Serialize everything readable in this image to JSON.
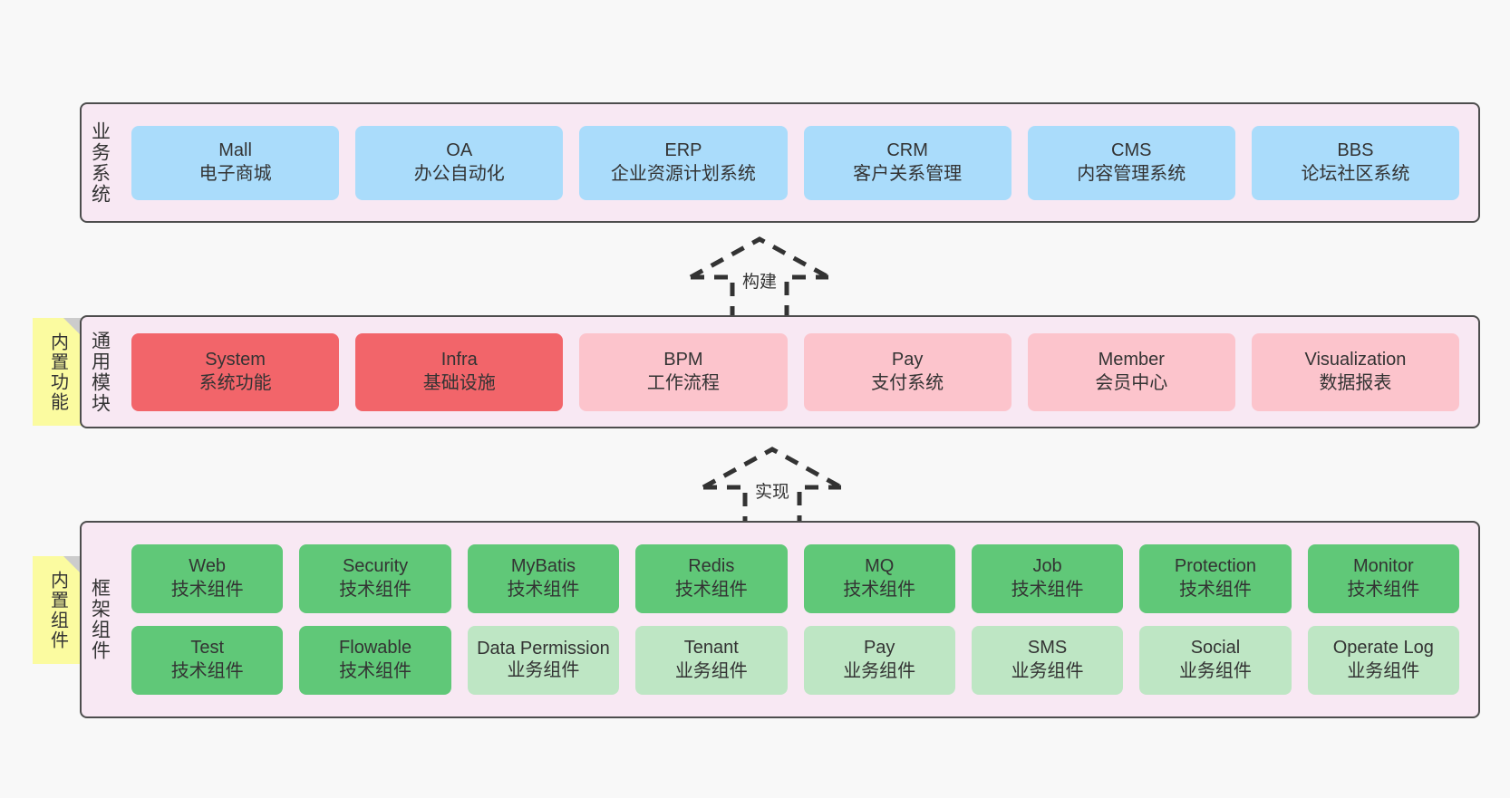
{
  "diagram": {
    "title": "",
    "background_color": "#f8f8f8",
    "layer_fill": "#f8e8f3",
    "layer_border": "#4d4d4d",
    "note_color": "#fbfba0"
  },
  "layers": [
    {
      "id": "business-systems",
      "title": "业务系统",
      "rows": [
        {
          "nodes": [
            {
              "en": "Mall",
              "cn": "电子商城",
              "style": "biz-sys",
              "color": "#aadcfb"
            },
            {
              "en": "OA",
              "cn": "办公自动化",
              "style": "biz-sys",
              "color": "#aadcfb"
            },
            {
              "en": "ERP",
              "cn": "企业资源计划系统",
              "style": "biz-sys",
              "color": "#aadcfb"
            },
            {
              "en": "CRM",
              "cn": "客户关系管理",
              "style": "biz-sys",
              "color": "#aadcfb"
            },
            {
              "en": "CMS",
              "cn": "内容管理系统",
              "style": "biz-sys",
              "color": "#aadcfb"
            },
            {
              "en": "BBS",
              "cn": "论坛社区系统",
              "style": "biz-sys",
              "color": "#aadcfb"
            }
          ]
        }
      ]
    },
    {
      "id": "common-modules",
      "title": "通用模块",
      "note": "内置功能",
      "rows": [
        {
          "nodes": [
            {
              "en": "System",
              "cn": "系统功能",
              "style": "mod-core",
              "color": "#f2656a"
            },
            {
              "en": "Infra",
              "cn": "基础设施",
              "style": "mod-core",
              "color": "#f2656a"
            },
            {
              "en": "BPM",
              "cn": "工作流程",
              "style": "mod-soft",
              "color": "#fcc4cc"
            },
            {
              "en": "Pay",
              "cn": "支付系统",
              "style": "mod-soft",
              "color": "#fcc4cc"
            },
            {
              "en": "Member",
              "cn": "会员中心",
              "style": "mod-soft",
              "color": "#fcc4cc"
            },
            {
              "en": "Visualization",
              "cn": "数据报表",
              "style": "mod-soft",
              "color": "#fcc4cc"
            }
          ]
        }
      ]
    },
    {
      "id": "framework-components",
      "title": "框架组件",
      "note": "内置组件",
      "rows": [
        {
          "nodes": [
            {
              "en": "Web",
              "cn": "技术组件",
              "style": "tech",
              "color": "#60c878"
            },
            {
              "en": "Security",
              "cn": "技术组件",
              "style": "tech",
              "color": "#60c878"
            },
            {
              "en": "MyBatis",
              "cn": "技术组件",
              "style": "tech",
              "color": "#60c878"
            },
            {
              "en": "Redis",
              "cn": "技术组件",
              "style": "tech",
              "color": "#60c878"
            },
            {
              "en": "MQ",
              "cn": "技术组件",
              "style": "tech",
              "color": "#60c878"
            },
            {
              "en": "Job",
              "cn": "技术组件",
              "style": "tech",
              "color": "#60c878"
            },
            {
              "en": "Protection",
              "cn": "技术组件",
              "style": "tech",
              "color": "#60c878"
            },
            {
              "en": "Monitor",
              "cn": "技术组件",
              "style": "tech",
              "color": "#60c878"
            }
          ]
        },
        {
          "nodes": [
            {
              "en": "Test",
              "cn": "技术组件",
              "style": "tech",
              "color": "#60c878"
            },
            {
              "en": "Flowable",
              "cn": "技术组件",
              "style": "tech",
              "color": "#60c878"
            },
            {
              "en": "Data Permission",
              "cn": "业务组件",
              "style": "bizcomp",
              "color": "#bee6c4",
              "wrap": true
            },
            {
              "en": "Tenant",
              "cn": "业务组件",
              "style": "bizcomp",
              "color": "#bee6c4"
            },
            {
              "en": "Pay",
              "cn": "业务组件",
              "style": "bizcomp",
              "color": "#bee6c4"
            },
            {
              "en": "SMS",
              "cn": "业务组件",
              "style": "bizcomp",
              "color": "#bee6c4"
            },
            {
              "en": "Social",
              "cn": "业务组件",
              "style": "bizcomp",
              "color": "#bee6c4"
            },
            {
              "en": "Operate Log",
              "cn": "业务组件",
              "style": "bizcomp",
              "color": "#bee6c4"
            }
          ]
        }
      ]
    }
  ],
  "arrows": [
    {
      "id": "build-arrow",
      "label": "构建"
    },
    {
      "id": "implement-arrow",
      "label": "实现"
    }
  ]
}
